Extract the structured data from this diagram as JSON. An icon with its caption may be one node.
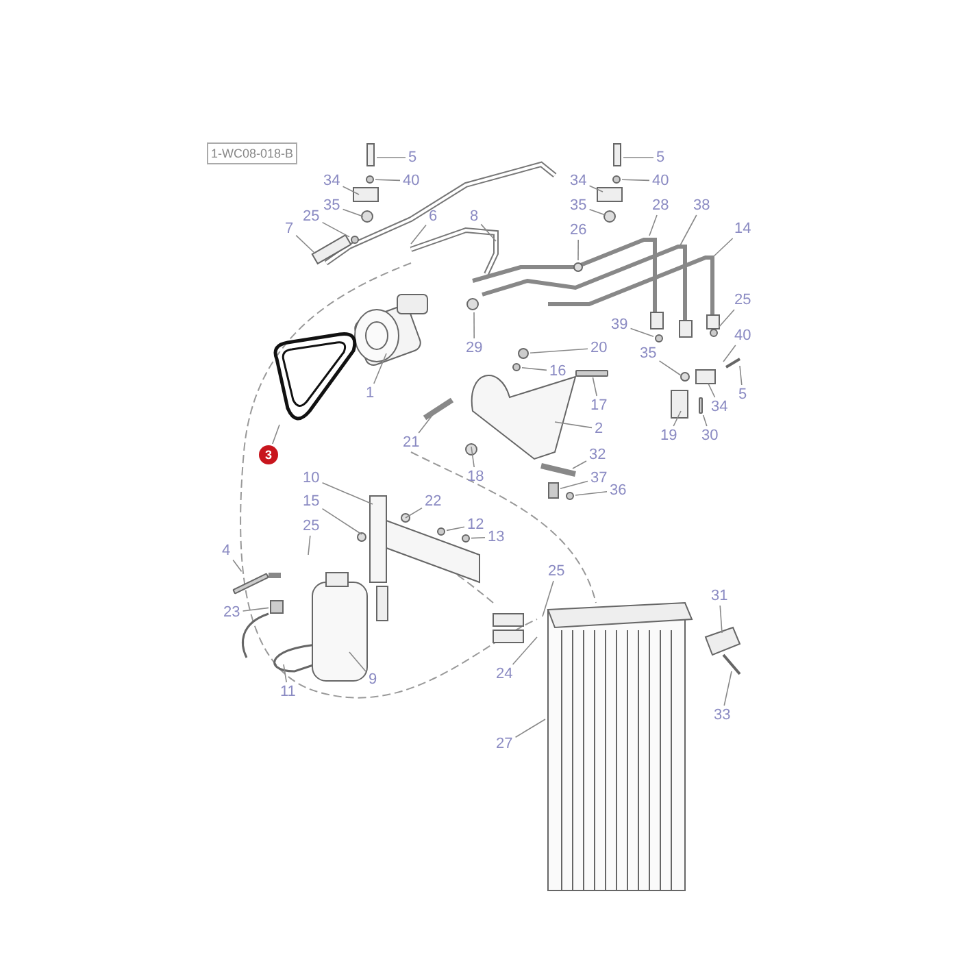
{
  "diagram": {
    "nodes": [
      {
        "text": [
          "1-WC08-018-B"
        ]
      },
      {
        "text": [
          "5"
        ]
      },
      {
        "text": [
          "5"
        ]
      },
      {
        "text": [
          "34"
        ]
      },
      {
        "text": [
          "40"
        ]
      },
      {
        "text": [
          "34"
        ]
      },
      {
        "text": [
          "40"
        ]
      },
      {
        "text": [
          "35"
        ]
      },
      {
        "text": [
          "35"
        ]
      },
      {
        "text": [
          "28"
        ]
      },
      {
        "text": [
          "38"
        ]
      },
      {
        "text": [
          "25"
        ]
      },
      {
        "text": [
          "6"
        ]
      },
      {
        "text": [
          "8"
        ]
      },
      {
        "text": [
          "7"
        ]
      },
      {
        "text": [
          "26"
        ]
      },
      {
        "text": [
          "14"
        ]
      },
      {
        "text": [
          "25"
        ]
      },
      {
        "text": [
          "39"
        ]
      },
      {
        "text": [
          "40"
        ]
      },
      {
        "text": [
          "29"
        ]
      },
      {
        "text": [
          "20"
        ]
      },
      {
        "text": [
          "35"
        ]
      },
      {
        "text": [
          "16"
        ]
      },
      {
        "text": [
          "5"
        ]
      },
      {
        "text": [
          "1"
        ]
      },
      {
        "text": [
          "17"
        ]
      },
      {
        "text": [
          "34"
        ]
      },
      {
        "text": [
          "2"
        ]
      },
      {
        "text": [
          "19"
        ]
      },
      {
        "text": [
          "30"
        ]
      },
      {
        "text": [
          "21"
        ]
      },
      {
        "text": [
          "3"
        ]
      },
      {
        "text": [
          "32"
        ]
      },
      {
        "text": [
          "18"
        ]
      },
      {
        "text": [
          "37"
        ]
      },
      {
        "text": [
          "10"
        ]
      },
      {
        "text": [
          "36"
        ]
      },
      {
        "text": [
          "15"
        ]
      },
      {
        "text": [
          "22"
        ]
      },
      {
        "text": [
          "12"
        ]
      },
      {
        "text": [
          "25"
        ]
      },
      {
        "text": [
          "13"
        ]
      },
      {
        "text": [
          "4"
        ]
      },
      {
        "text": [
          "25"
        ]
      },
      {
        "text": [
          "31"
        ]
      },
      {
        "text": [
          "23"
        ]
      },
      {
        "text": [
          "24"
        ]
      },
      {
        "text": [
          "9"
        ]
      },
      {
        "text": [
          "11"
        ]
      },
      {
        "text": [
          "33"
        ]
      },
      {
        "text": [
          "27"
        ]
      },
      {
        "text": [],
        "shape": "circle"
      },
      {
        "text": [],
        "shape": "circle"
      },
      {
        "text": [],
        "shape": "circle"
      },
      {
        "text": [],
        "shape": "circle"
      },
      {
        "text": [],
        "shape": "circle"
      },
      {
        "text": [],
        "shape": "circle"
      },
      {
        "text": [],
        "shape": "bar"
      },
      {
        "text": [],
        "shape": "bar"
      },
      {
        "text": [],
        "shape": "circle"
      },
      {
        "text": [],
        "shape": "circle"
      },
      {
        "text": [],
        "shape": "circle"
      },
      {
        "text": [],
        "shape": "bar"
      },
      {
        "text": [],
        "shape": "circle"
      },
      {
        "text": [],
        "shape": "box"
      },
      {
        "text": [],
        "shape": "box"
      }
    ],
    "edges": [
      {
        "from": 1,
        "to": null,
        "arrow": "none"
      },
      {
        "from": 2,
        "to": null,
        "arrow": "none"
      },
      {
        "from": 3,
        "to": null,
        "arrow": "none"
      },
      {
        "from": 4,
        "to": 52,
        "arrow": "none"
      },
      {
        "from": 5,
        "to": null,
        "arrow": "none"
      },
      {
        "from": 6,
        "to": 53,
        "arrow": "none"
      },
      {
        "from": 7,
        "to": null,
        "arrow": "none"
      },
      {
        "from": 8,
        "to": null,
        "arrow": "none"
      },
      {
        "from": 9,
        "to": null,
        "arrow": "none"
      },
      {
        "from": 10,
        "to": null,
        "arrow": "none"
      },
      {
        "from": 11,
        "to": 54,
        "arrow": "none"
      },
      {
        "from": 12,
        "to": null,
        "arrow": "none"
      },
      {
        "from": 13,
        "to": null,
        "arrow": "none"
      },
      {
        "from": 14,
        "to": null,
        "arrow": "none"
      },
      {
        "from": 15,
        "to": null,
        "arrow": "none"
      },
      {
        "from": 16,
        "to": null,
        "arrow": "none"
      },
      {
        "from": 17,
        "to": 55,
        "arrow": "none"
      },
      {
        "from": 18,
        "to": 56,
        "arrow": "none"
      },
      {
        "from": 19,
        "to": null,
        "arrow": "none"
      },
      {
        "from": 20,
        "to": null,
        "arrow": "none"
      },
      {
        "from": 21,
        "to": 57,
        "arrow": "none"
      },
      {
        "from": 22,
        "to": null,
        "arrow": "none"
      },
      {
        "from": 23,
        "to": 64,
        "arrow": "none"
      },
      {
        "from": 24,
        "to": null,
        "arrow": "none"
      },
      {
        "from": 25,
        "to": null,
        "arrow": "none"
      },
      {
        "from": 26,
        "to": 58,
        "arrow": "none"
      },
      {
        "from": 27,
        "to": null,
        "arrow": "none"
      },
      {
        "from": 28,
        "to": null,
        "arrow": "none"
      },
      {
        "from": 29,
        "to": null,
        "arrow": "none"
      },
      {
        "from": 30,
        "to": 59,
        "arrow": "none"
      },
      {
        "from": 31,
        "to": null,
        "arrow": "none"
      },
      {
        "from": 32,
        "to": null,
        "arrow": "none"
      },
      {
        "from": 33,
        "to": null,
        "arrow": "none"
      },
      {
        "from": 34,
        "to": null,
        "arrow": "none"
      },
      {
        "from": 35,
        "to": 65,
        "arrow": "none"
      },
      {
        "from": 36,
        "to": null,
        "arrow": "none"
      },
      {
        "from": 37,
        "to": 60,
        "arrow": "none"
      },
      {
        "from": 38,
        "to": null,
        "arrow": "none"
      },
      {
        "from": 39,
        "to": null,
        "arrow": "none"
      },
      {
        "from": 40,
        "to": 61,
        "arrow": "none"
      },
      {
        "from": 41,
        "to": null,
        "arrow": "none"
      },
      {
        "from": 42,
        "to": 62,
        "arrow": "none"
      },
      {
        "from": 43,
        "to": 63,
        "arrow": "none"
      },
      {
        "from": 44,
        "to": null,
        "arrow": "none"
      },
      {
        "from": 45,
        "to": null,
        "arrow": "none"
      },
      {
        "from": 46,
        "to": 66,
        "arrow": "none"
      },
      {
        "from": 47,
        "to": null,
        "arrow": "none"
      },
      {
        "from": 48,
        "to": null,
        "arrow": "none"
      },
      {
        "from": 49,
        "to": null,
        "arrow": "none"
      },
      {
        "from": 50,
        "to": null,
        "arrow": "none"
      },
      {
        "from": 51,
        "to": null,
        "arrow": "none"
      }
    ]
  }
}
